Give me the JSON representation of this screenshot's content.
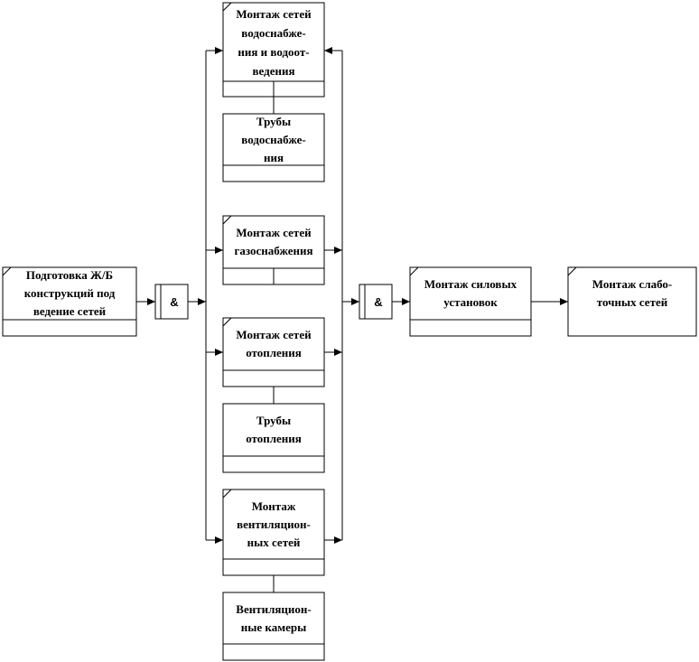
{
  "colors": {
    "line": "#000000",
    "background": "#ffffff"
  },
  "nodes": {
    "prep": "Подготовка Ж/Б\nконструкций под\nведение сетей",
    "water": "Монтаж сетей\nводоснабже-\nния и водоот-\nведения",
    "water_pipes": "Трубы\nводоснабже-\nния",
    "gas": "Монтаж сетей\nгазоснабжения",
    "heating": "Монтаж сетей\nотопления",
    "heating_pipes": "Трубы\nотопления",
    "vent": "Монтаж\nвентиляцион-\nных сетей",
    "vent_chambers": "Вентиляцион-\nные камеры",
    "power": "Монтаж силовых\nустановок",
    "lowcurrent": "Монтаж слабо-\nточных сетей"
  },
  "gates": {
    "and_1": "&",
    "and_2": "&"
  }
}
